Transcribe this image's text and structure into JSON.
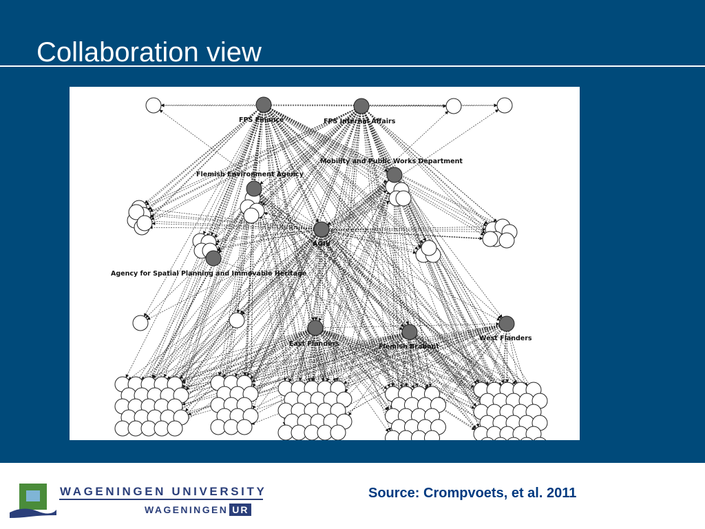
{
  "slide": {
    "title": "Collaboration view",
    "source": "Source: Crompvoets, et al. 2011",
    "background_color": "#004a7a",
    "accent_color": "#2b3f7a"
  },
  "logo": {
    "university": "WAGENINGEN UNIVERSITY",
    "ur_prefix": "WAGENINGEN",
    "ur_suffix": "UR",
    "mark_colors": [
      "#4a8c3a",
      "#7fb5d6",
      "#2b3f7a"
    ]
  },
  "diagram": {
    "kind": "directed collaboration network",
    "labels": [
      "FPS Finance",
      "FPS Internal Affairs",
      "Mobility and Public Works Department",
      "Flemish Environment Agency",
      "AGIV",
      "Agency for Spatial Planning and Immovable Heritage",
      "East Flanders",
      "Flemish Brabant",
      "West Flanders"
    ],
    "node_styles": {
      "named_agency": "filled grey",
      "other_organisation": "hollow white"
    },
    "legend": "none"
  }
}
